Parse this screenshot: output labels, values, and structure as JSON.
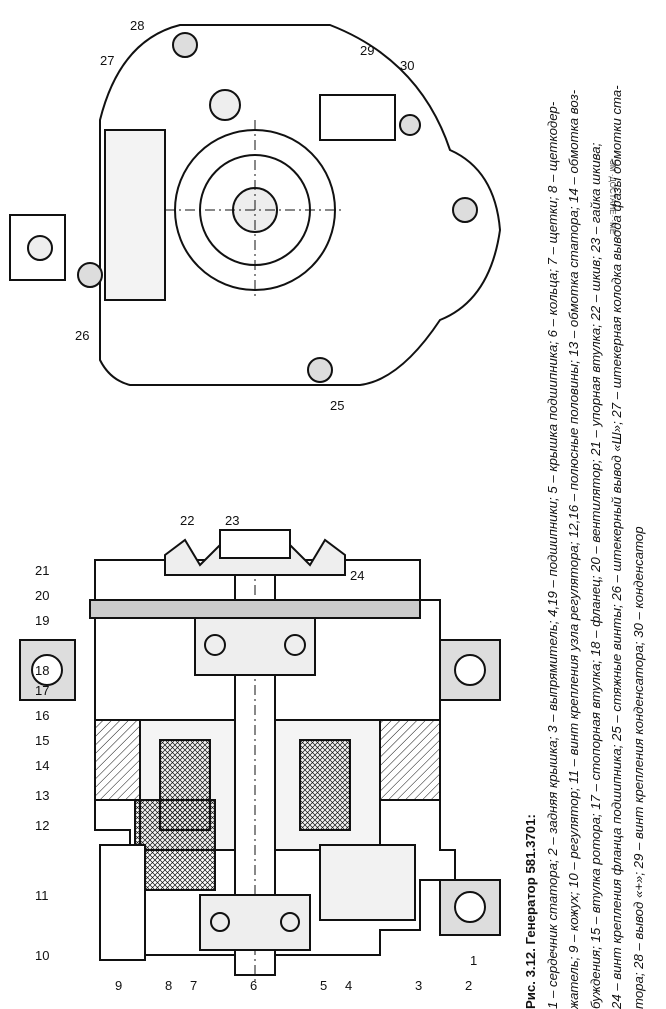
{
  "figure": {
    "title": "Рис. 3.12. Генератор 581.3701:",
    "caption_lines": [
      "1 – сердечник статора; 2 – задняя крышка; 3 – выпрямитель; 4,19 – подшипники; 5 – крышка подшипника; 6 – кольца; 7 – щетки; 8 – щеткодер-",
      "жатель; 9 – кожух; 10 – регулятор; 11 – винт крепления узла регулятора; 12,16 – полюсные половины; 13 – обмотка статора; 14 – обмотка воз-",
      "буждения; 15 – втулка ротора; 17 – стопорная втулка; 18 – фланец; 20 – вентилятор; 21 – упорная втулка; 22 – шкив; 23 – гайка шкива;",
      "24 – винт крепления фланца подшипника; 25 – стяжные винты; 26 – штекерный вывод «Ш»; 27 – штекерная колодка вывода фазы обмотки ста-",
      "тора; 28 – вывод «+»; 29 – винт крепления конденсатора; 30 – конденсатор"
    ]
  },
  "callouts": {
    "section_view": [
      "1",
      "2",
      "3",
      "4",
      "5",
      "6",
      "7",
      "8",
      "9",
      "10",
      "11",
      "12",
      "13",
      "14",
      "15",
      "16",
      "17",
      "18",
      "19",
      "20",
      "21",
      "22",
      "23",
      "24"
    ],
    "end_view": [
      "25",
      "26",
      "27",
      "28",
      "29",
      "30"
    ]
  },
  "stamp": {
    "text": "ЗМ ·ДОСТАНЕ· ·МЕ"
  }
}
